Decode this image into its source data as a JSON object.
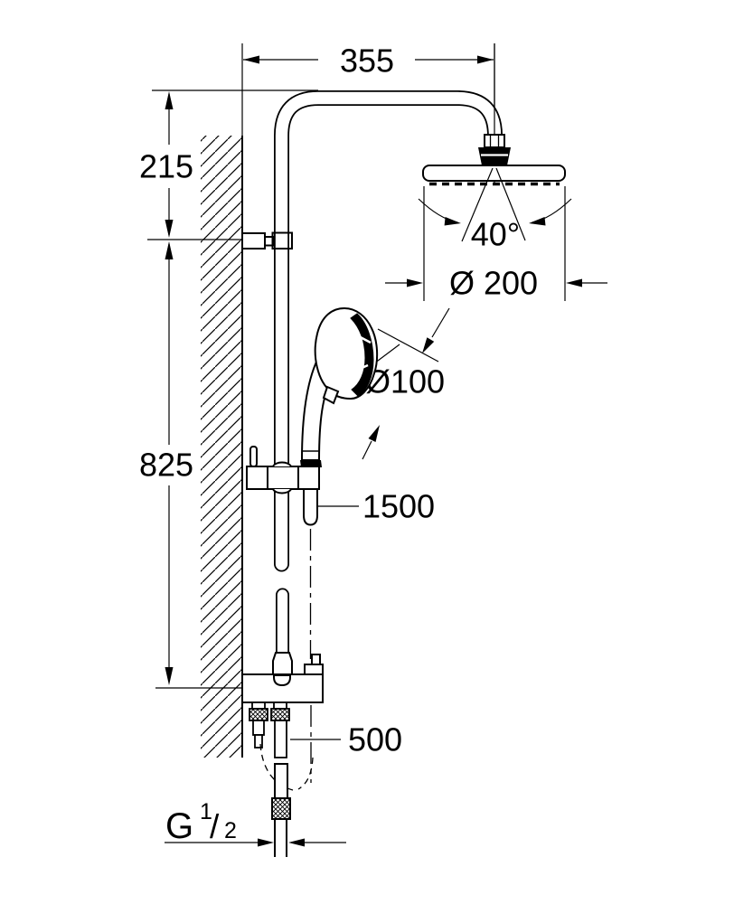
{
  "drawing": {
    "dimensions": {
      "arm_reach": "355",
      "upper_height": "215",
      "rail_height": "825",
      "spray_angle": "40°",
      "head_shower_diameter": "Ø 200",
      "hand_shower_diameter": "Ø100",
      "shower_hose_length": "1500",
      "connection_hose_length": "500",
      "thread": {
        "letter": "G",
        "numerator": "1",
        "slash": "/",
        "denominator": "2"
      }
    },
    "colors": {
      "line": "#000000",
      "background": "#ffffff"
    }
  }
}
